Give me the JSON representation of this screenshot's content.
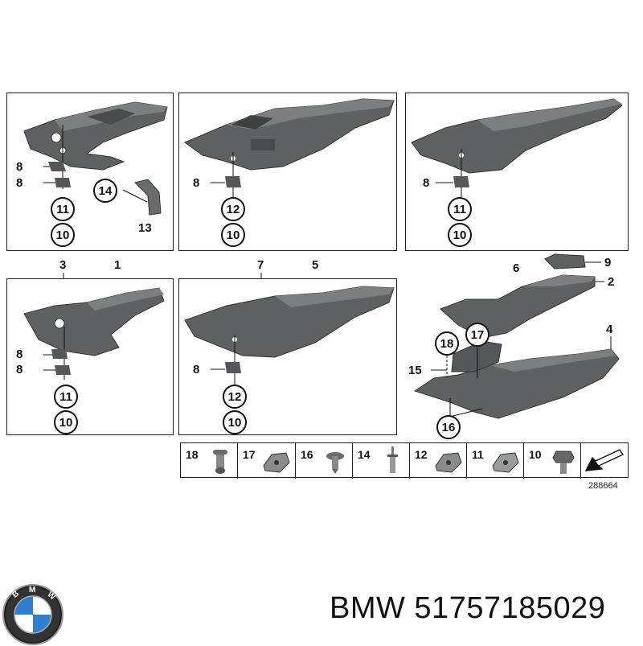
{
  "diagram": {
    "panels": {
      "top_left": {
        "callouts": [
          "8",
          "8"
        ],
        "circles": [
          "14",
          "11",
          "10"
        ],
        "part_label": "13"
      },
      "top_middle": {
        "callouts": [
          "8"
        ],
        "circles": [
          "12",
          "10"
        ]
      },
      "top_right": {
        "callouts": [
          "8"
        ],
        "circles": [
          "11",
          "10"
        ]
      },
      "bottom_left": {
        "callouts": [
          "8",
          "8"
        ],
        "circles": [
          "11",
          "10"
        ]
      },
      "bottom_middle": {
        "callouts": [
          "8"
        ],
        "circles": [
          "12",
          "10"
        ]
      }
    },
    "group_labels": {
      "a": "3",
      "b": "1",
      "c": "7",
      "d": "5",
      "e": "6"
    },
    "loose_parts": {
      "labels": [
        "9",
        "2",
        "4",
        "15"
      ],
      "circles": [
        "18",
        "17",
        "16"
      ]
    },
    "hardware_strip": [
      "18",
      "17",
      "16",
      "14",
      "12",
      "11",
      "10"
    ],
    "reference_number": "288664",
    "colors": {
      "part_fill": "#5f6062",
      "part_dark": "#3f4042",
      "part_light": "#7d7e80",
      "line": "#111111"
    }
  },
  "footer": {
    "brand": "BMW",
    "part_number": "51757185029",
    "text": "BMW 51757185029"
  }
}
